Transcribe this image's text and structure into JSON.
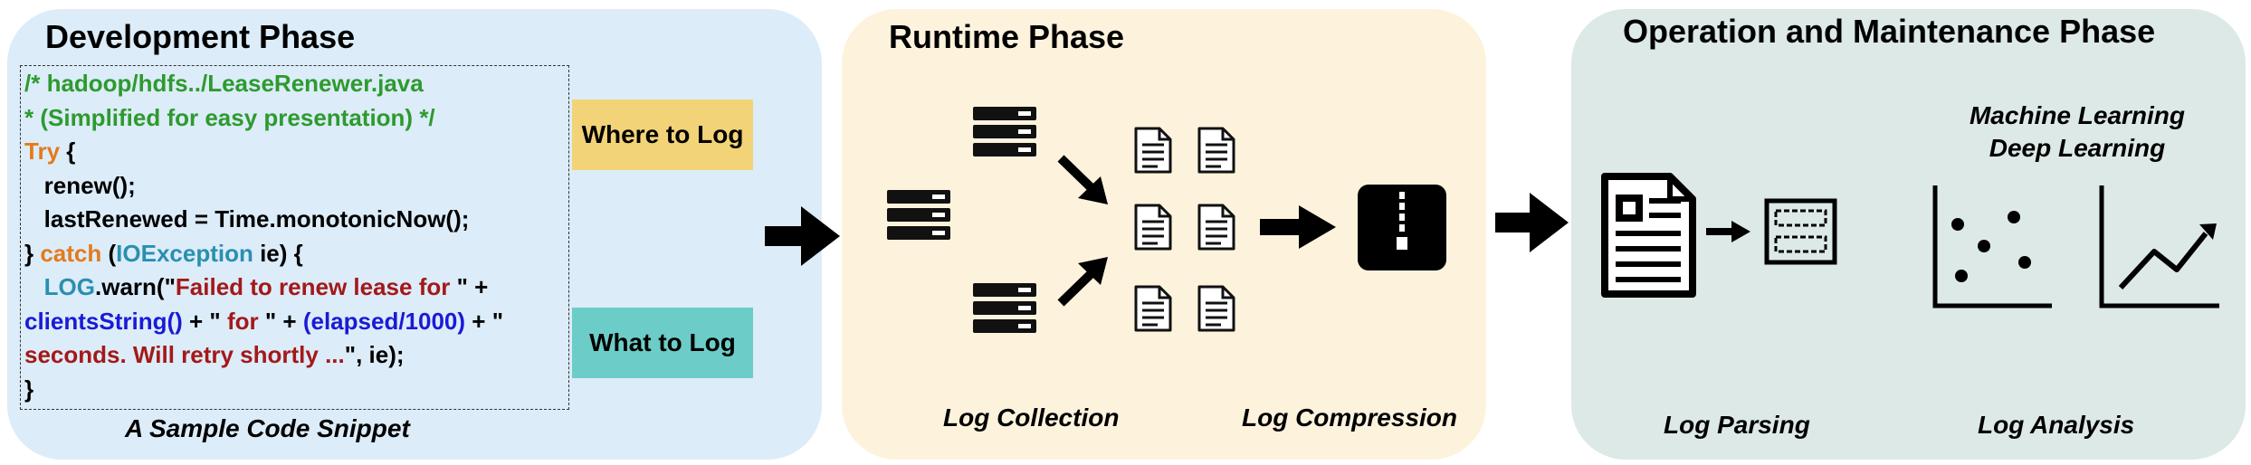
{
  "phases": {
    "development": {
      "title": "Development Phase",
      "code_lines": [
        [
          {
            "t": "/* hadoop/hdfs../LeaseRenewer.java",
            "c": "#2e9a2e"
          }
        ],
        [
          {
            "t": "* (Simplified for easy presentation) */",
            "c": "#2e9a2e"
          }
        ],
        [
          {
            "t": "Try",
            "c": "#e47a1c"
          },
          {
            "t": " {",
            "c": "#000000"
          }
        ],
        [
          {
            "t": "   renew();",
            "c": "#000000"
          }
        ],
        [
          {
            "t": "   lastRenewed = Time.monotonicNow();",
            "c": "#000000"
          }
        ],
        [
          {
            "t": "} ",
            "c": "#000000"
          },
          {
            "t": "catch",
            "c": "#e47a1c"
          },
          {
            "t": " (",
            "c": "#000000"
          },
          {
            "t": "IOException",
            "c": "#2a8fb0"
          },
          {
            "t": " ie) {",
            "c": "#000000"
          }
        ],
        [
          {
            "t": "   ",
            "c": "#000000"
          },
          {
            "t": "LOG",
            "c": "#2a8fb0"
          },
          {
            "t": ".warn(\"",
            "c": "#000000"
          },
          {
            "t": "Failed to renew lease for",
            "c": "#a31919"
          },
          {
            "t": " \" +",
            "c": "#000000"
          }
        ],
        [
          {
            "t": "clientsString()",
            "c": "#1a1ad6"
          },
          {
            "t": " + \" ",
            "c": "#000000"
          },
          {
            "t": "for",
            "c": "#a31919"
          },
          {
            "t": " \" + ",
            "c": "#000000"
          },
          {
            "t": "(elapsed/1000)",
            "c": "#1a1ad6"
          },
          {
            "t": " + \"",
            "c": "#000000"
          }
        ],
        [
          {
            "t": "seconds. Will retry shortly ...",
            "c": "#a31919"
          },
          {
            "t": "\", ie);",
            "c": "#000000"
          }
        ],
        [
          {
            "t": "}",
            "c": "#000000"
          }
        ]
      ],
      "caption": "A Sample Code Snippet",
      "where_to_log": "Where to Log",
      "what_to_log": "What to Log",
      "where_color": "#f2d377",
      "what_color": "#6ccdc8"
    },
    "runtime": {
      "title": "Runtime Phase",
      "log_collection": "Log Collection",
      "log_compression": "Log Compression"
    },
    "operation": {
      "title": "Operation and Maintenance Phase",
      "ml_line1": "Machine Learning",
      "ml_line2": "Deep Learning",
      "log_parsing": "Log Parsing",
      "log_analysis": "Log Analysis"
    }
  },
  "icons": [
    "server-icon",
    "document-icon",
    "zip-archive-icon",
    "report-icon",
    "parsed-template-icon",
    "scatter-plot-icon",
    "line-trend-icon"
  ]
}
